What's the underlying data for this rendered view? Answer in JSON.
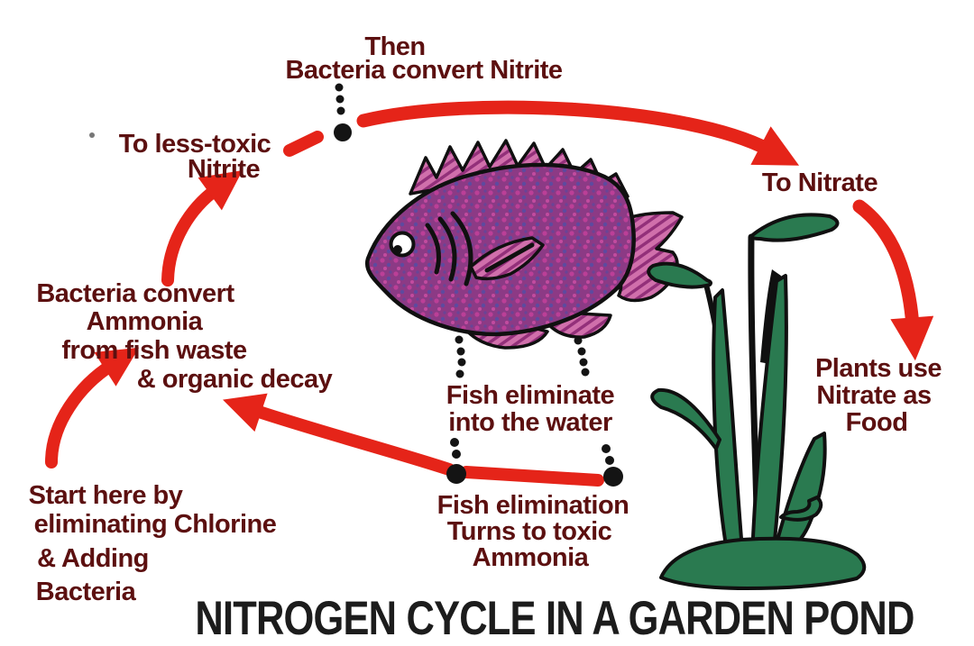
{
  "title": "NITROGEN CYCLE IN A GARDEN POND",
  "colors": {
    "background": "#ffffff",
    "label_text": "#5c1010",
    "title_text": "#1c1c1c",
    "arrow_red": "#e52419",
    "connector_dot": "#141414",
    "fish_body": "#8c3a85",
    "fish_speckle": "#bb3f97",
    "fish_fin": "#d06fab",
    "fish_fin_hatch": "#93307a",
    "plant_green": "#2a7a50"
  },
  "icons": {
    "fish": "pond-fish-illustration",
    "plant": "aquatic-plant-illustration"
  },
  "steps": {
    "start": {
      "line1": "Start here by",
      "line2": "eliminating Chlorine",
      "line3": "& Adding",
      "line4": "Bacteria"
    },
    "bacteria_convert_ammonia": {
      "line1": "Bacteria convert",
      "line2": "Ammonia",
      "line3": "from fish waste",
      "line4": "& organic decay"
    },
    "to_less_toxic_nitrite": {
      "line1": "To less-toxic",
      "line2": "Nitrite"
    },
    "then_bacteria_convert_nitrite": {
      "line1": "Then",
      "line2": "Bacteria convert Nitrite"
    },
    "to_nitrate": {
      "line1": "To Nitrate"
    },
    "plants_use_nitrate": {
      "line1": "Plants use",
      "line2": "Nitrate as",
      "line3": "Food"
    },
    "fish_eliminate": {
      "line1": "Fish eliminate",
      "line2": "into the water"
    },
    "fish_elimination": {
      "line1": "Fish elimination",
      "line2": "Turns to toxic",
      "line3": "Ammonia"
    }
  }
}
